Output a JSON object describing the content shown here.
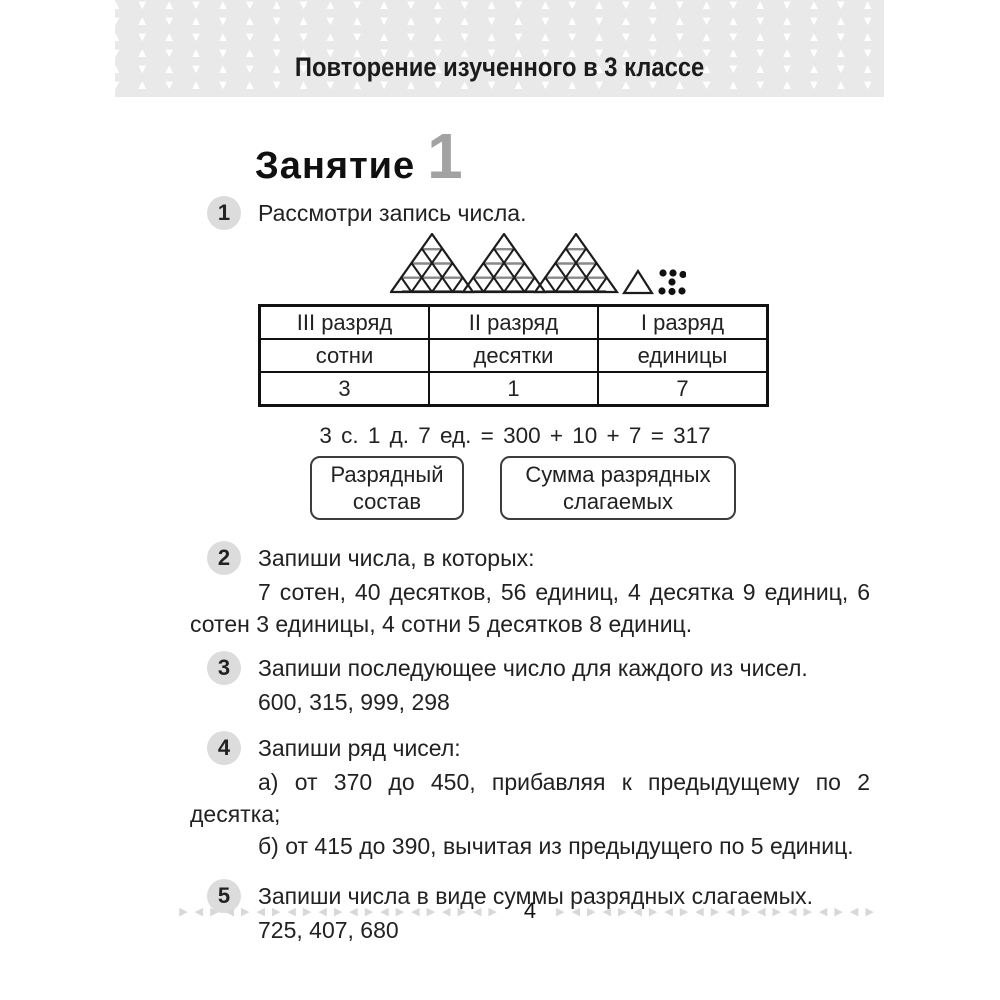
{
  "header": {
    "title": "Повторение изученного в 3 классе"
  },
  "lesson": {
    "label": "Занятие",
    "number": "1"
  },
  "task1": {
    "num": "1",
    "text": "Рассмотри запись числа."
  },
  "figure": {
    "description": "place-value model of 317",
    "hundreds_big_triangles": 3,
    "tens_small_triangles": 1,
    "units_dots": 7
  },
  "table": {
    "headers": [
      "III разряд",
      "II разряд",
      "I разряд"
    ],
    "row_names": [
      "сотни",
      "десятки",
      "единицы"
    ],
    "row_values": [
      "3",
      "1",
      "7"
    ]
  },
  "equation": {
    "text": "3 с. 1 д. 7 ед.  =  300 + 10 + 7 = 317"
  },
  "callouts": {
    "box1": "Разрядный состав",
    "box2": "Сумма разрядных слагаемых"
  },
  "task2": {
    "num": "2",
    "text": "Запиши числа, в которых:",
    "body": "7 сотен, 40 десятков, 56 единиц, 4 десятка 9 единиц, 6 сотен 3 единицы, 4 сотни 5 десятков 8 единиц."
  },
  "task3": {
    "num": "3",
    "text": "Запиши последующее число для каждого из чисел.",
    "body": "600, 315, 999, 298"
  },
  "task4": {
    "num": "4",
    "text": "Запиши ряд чисел:",
    "item_a": "а) от 370 до 450, прибавляя к предыдущему по 2 десятка;",
    "item_b": "б) от 415 до 390, вычитая из предыдущего по 5 единиц."
  },
  "task5": {
    "num": "5",
    "text": "Запиши числа в виде суммы разрядных слагаемых.",
    "body": "725, 407, 680"
  },
  "footer": {
    "page_number": "4"
  },
  "colors": {
    "header_band": "#e9e9e9",
    "pattern_triangles": "#ffffff",
    "circle_bg": "#dcdcdc",
    "lesson_number_gray": "#a2a2a2",
    "body_text": "#222222",
    "table_border": "#111111",
    "footer_arrows": "#d8d8d8"
  }
}
